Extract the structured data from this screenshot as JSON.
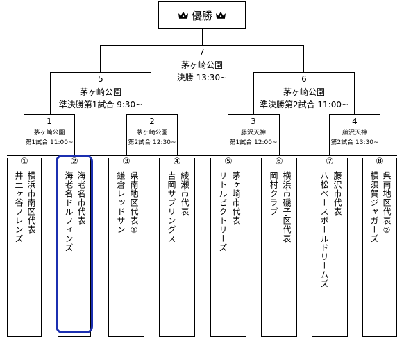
{
  "champion": {
    "label": "優勝",
    "left_icon": "crown-icon",
    "right_icon": "crown-icon"
  },
  "final": {
    "number": "7",
    "venue": "茅ヶ崎公園",
    "time": "決勝 13:30~"
  },
  "semifinals": [
    {
      "number": "5",
      "venue": "茅ヶ崎公園",
      "time": "準決勝第1試合 9:30~"
    },
    {
      "number": "6",
      "venue": "茅ヶ崎公園",
      "time": "準決勝第2試合 11:00~"
    }
  ],
  "first_round": [
    {
      "number": "1",
      "venue": "茅ヶ崎公園",
      "time": "第1試合 11:00~"
    },
    {
      "number": "2",
      "venue": "茅ヶ崎公園",
      "time": "第2試合 12:30~"
    },
    {
      "number": "3",
      "venue": "藤沢天神",
      "time": "第1試合 12:00~"
    },
    {
      "number": "4",
      "venue": "藤沢天神",
      "time": "第2試合 13:30~"
    }
  ],
  "teams": [
    {
      "seed": "①",
      "line1": "横浜市南区代表",
      "line2": "井土ヶ谷フレンズ"
    },
    {
      "seed": "②",
      "line1": "海老名市代表",
      "line2": "海老名ドルフィンズ"
    },
    {
      "seed": "③",
      "line1": "県南地区代表①",
      "line2": "鎌倉レッドサン"
    },
    {
      "seed": "④",
      "line1": "綾瀬市代表",
      "line2": "吉岡サブリングス"
    },
    {
      "seed": "⑤",
      "line1": "茅ヶ崎市代表",
      "line2": "リトルビクトリーズ"
    },
    {
      "seed": "⑥",
      "line1": "横浜市磯子区代表",
      "line2": "岡村クラブ"
    },
    {
      "seed": "⑦",
      "line1": "藤沢市代表",
      "line2": "八松ベースボールドリームズ"
    },
    {
      "seed": "⑧",
      "line1": "県南地区代表②",
      "line2": "横須賀ジャガーズ"
    }
  ],
  "highlight_team_seed": "②",
  "colors": {
    "highlight": "#1b2fb0",
    "line": "#000000"
  }
}
